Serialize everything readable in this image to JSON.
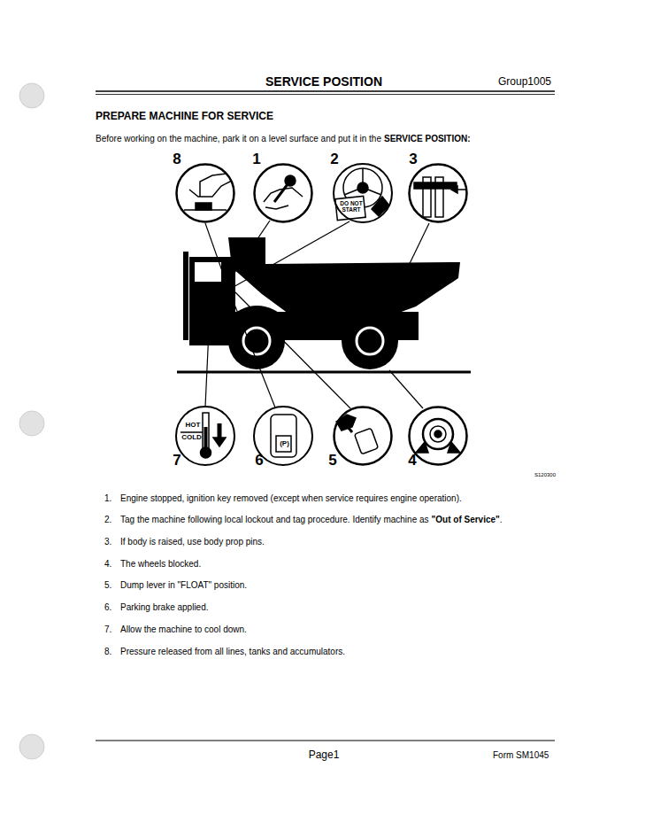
{
  "diagram": {
    "title": "SERVICE POSITION",
    "nodes": [
      {
        "text": [
          "DO NOT START"
        ]
      },
      {
        "text": [
          "HOT",
          "COLD"
        ]
      },
      {
        "text": [
          "(P)"
        ]
      }
    ],
    "labels": [
      "Group1005",
      "PREPARE MACHINE FOR SERVICE",
      "Before working on the machine, park it on a level surface and put it in the",
      "SERVICE POSITION:",
      "8",
      "1",
      "2",
      "3",
      "7",
      "6",
      "5",
      "4",
      "S120300",
      "1.",
      "Engine stopped, ignition key removed (except when service requires engine operation).",
      "2.",
      "Tag the machine following local lockout and tag procedure. Identify machine as",
      "\"Out of Service\"",
      ".",
      "3.",
      "If body is raised, use body prop pins.",
      "4.",
      "The wheels blocked.",
      "5.",
      "Dump lever in \"FLOAT\" position.",
      "6.",
      "Parking brake applied.",
      "7.",
      "Allow the machine to cool down.",
      "8.",
      "Pressure released from all lines, tanks and accumulators.",
      "Page1",
      "Form SM1045"
    ]
  }
}
